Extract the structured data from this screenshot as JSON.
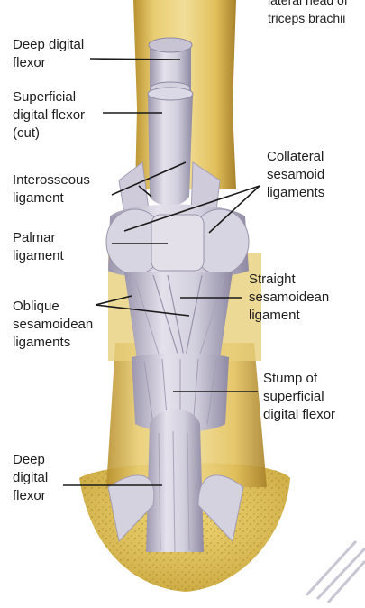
{
  "figure": {
    "top_caption": "lateral head of\ntriceps brachii",
    "labels": {
      "deep_digital_flexor_top": "Deep digital\nflexor",
      "superficial_digital_flexor_cut": "Superficial\ndigital flexor\n(cut)",
      "interosseous_ligament": "Interosseous\nligament",
      "palmar_ligament": "Palmar\nligament",
      "oblique_sesamoidean_ligaments": "Oblique\nsesamoidean\nligaments",
      "deep_digital_flexor_bottom": "Deep\ndigital\nflexor",
      "collateral_sesamoid_ligaments": "Collateral\nsesamoid\nligaments",
      "straight_sesamoidean_ligament": "Straight\nsesamoidean\nligament",
      "stump_superficial_digital_flexor": "Stump of\nsuperficial\ndigital flexor"
    }
  },
  "colors": {
    "tendon": "#d9d6e2",
    "tendon_shadow": "#a8a3b8",
    "bone": "#e6c766",
    "bone_dark": "#b8912f",
    "hoof": "#e2c456",
    "line": "#1a1a1a"
  }
}
